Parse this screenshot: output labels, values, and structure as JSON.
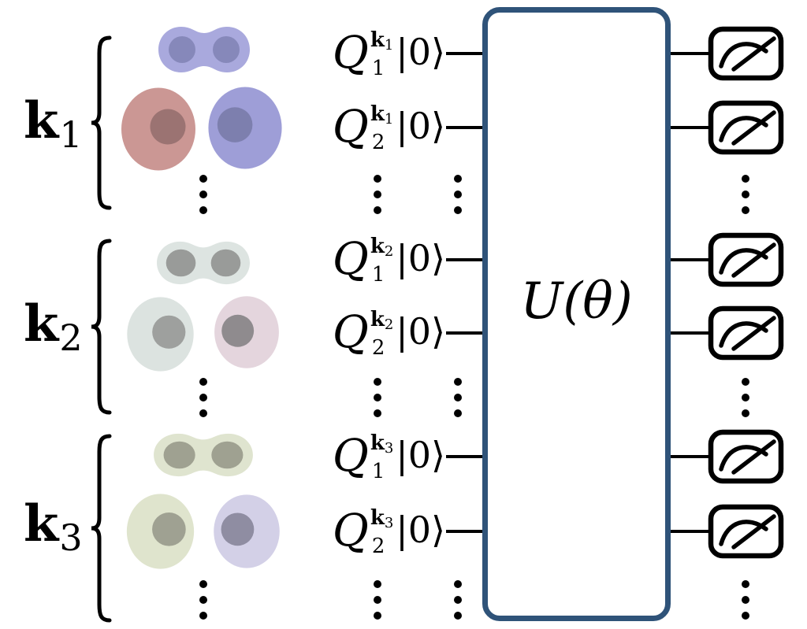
{
  "gate": {
    "label": "U(θ)"
  },
  "colors": {
    "gate_border": "#2f5379",
    "wire": "#000000",
    "dot": "#000000",
    "meter_stroke": "#000000"
  },
  "groups": [
    {
      "name": "k1",
      "k": {
        "base": "k",
        "sub": "1"
      },
      "orbitals": {
        "peanut": {
          "fill": "#a9a9dd",
          "core": "#8688ba"
        },
        "left": {
          "fill": "#cb9794",
          "core": "#9b7372"
        },
        "right": {
          "fill": "#9e9ed7",
          "core": "#7d7fae"
        }
      },
      "qubits": [
        {
          "Q": "Q",
          "idx": "1",
          "sup_k": "k",
          "sup_idx": "1",
          "ket": "|0⟩"
        },
        {
          "Q": "Q",
          "idx": "2",
          "sup_k": "k",
          "sup_idx": "1",
          "ket": "|0⟩"
        }
      ]
    },
    {
      "name": "k2",
      "k": {
        "base": "k",
        "sub": "2"
      },
      "orbitals": {
        "peanut": {
          "fill": "#dde4e1",
          "core": "#999b99"
        },
        "left": {
          "fill": "#dce3e0",
          "core": "#9ea09e"
        },
        "right": {
          "fill": "#e4d5dd",
          "core": "#8f8b8e"
        }
      },
      "qubits": [
        {
          "Q": "Q",
          "idx": "1",
          "sup_k": "k",
          "sup_idx": "2",
          "ket": "|0⟩"
        },
        {
          "Q": "Q",
          "idx": "2",
          "sup_k": "k",
          "sup_idx": "2",
          "ket": "|0⟩"
        }
      ]
    },
    {
      "name": "k3",
      "k": {
        "base": "k",
        "sub": "3"
      },
      "orbitals": {
        "peanut": {
          "fill": "#dfe4cf",
          "core": "#9fa191"
        },
        "left": {
          "fill": "#dfe4cd",
          "core": "#9fa192"
        },
        "right": {
          "fill": "#d3d0e7",
          "core": "#8f8da2"
        }
      },
      "qubits": [
        {
          "Q": "Q",
          "idx": "1",
          "sup_k": "k",
          "sup_idx": "3",
          "ket": "|0⟩"
        },
        {
          "Q": "Q",
          "idx": "2",
          "sup_k": "k",
          "sup_idx": "3",
          "ket": "|0⟩"
        }
      ]
    }
  ]
}
